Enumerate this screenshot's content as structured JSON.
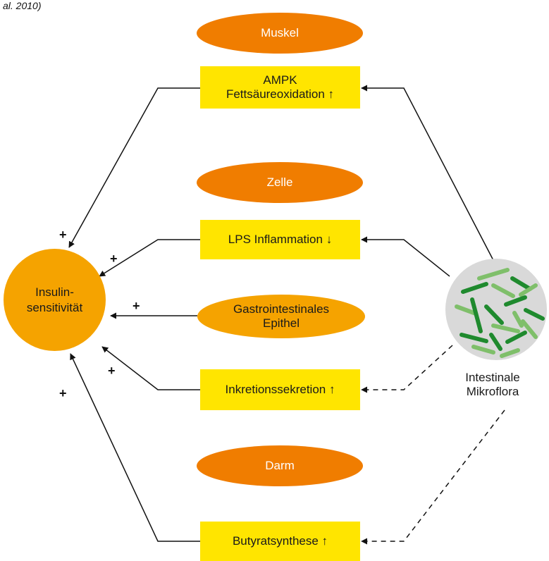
{
  "caption": "al. 2010)",
  "organs": {
    "muskel": "Muskel",
    "zelle": "Zelle",
    "darm": "Darm"
  },
  "boxes": {
    "ampk_line1": "AMPK",
    "ampk_line2": "Fettsäureoxidation ↑",
    "lps": "LPS Inflammation ↓",
    "inkretion": "Inkretionssekretion ↑",
    "butyrat": "Butyratsynthese ↑"
  },
  "epithel": {
    "line1": "Gastrointestinales",
    "line2": "Epithel"
  },
  "insulin": {
    "line1": "Insulin-",
    "line2": "sensitivität"
  },
  "microflora": {
    "line1": "Intestinale",
    "line2": "Mikroflora"
  },
  "effect_sign": "+",
  "colors": {
    "organ_ellipse": "#f07d00",
    "effect_box": "#ffe500",
    "insulin_circle": "#f5a300",
    "epithel_ellipse": "#f5a300",
    "microflora_circle": "#d9d9d9",
    "bacteria_dark": "#1f8a2e",
    "bacteria_light": "#7fbf6a"
  }
}
